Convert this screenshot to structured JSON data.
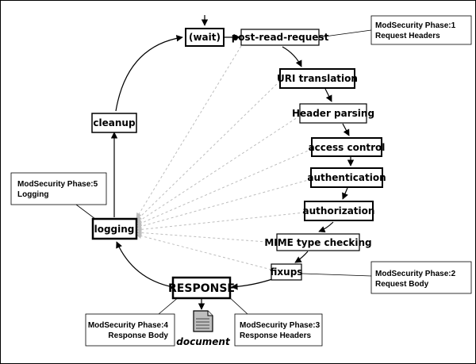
{
  "nodes": {
    "wait": "(wait)",
    "post_read_request": "post-read-request",
    "uri_translation": "URI translation",
    "header_parsing": "Header parsing",
    "access_control": "access control",
    "authentication": "authentication",
    "authorization": "authorization",
    "mime_type_checking": "MIME type checking",
    "fixups": "fixups",
    "response": "RESPONSE",
    "logging": "logging",
    "cleanup": "cleanup",
    "document": "document"
  },
  "notes": {
    "phase1": {
      "line1": "ModSecurity Phase:1",
      "line2": "Request Headers"
    },
    "phase2": {
      "line1": "ModSecurity Phase:2",
      "line2": "Request Body"
    },
    "phase3": {
      "line1": "ModSecurity Phase:3",
      "line2": "Response Headers"
    },
    "phase4": {
      "line1": "ModSecurity Phase:4",
      "line2": "Response Body"
    },
    "phase5": {
      "line1": "ModSecurity Phase:5",
      "line2": "Logging"
    }
  }
}
